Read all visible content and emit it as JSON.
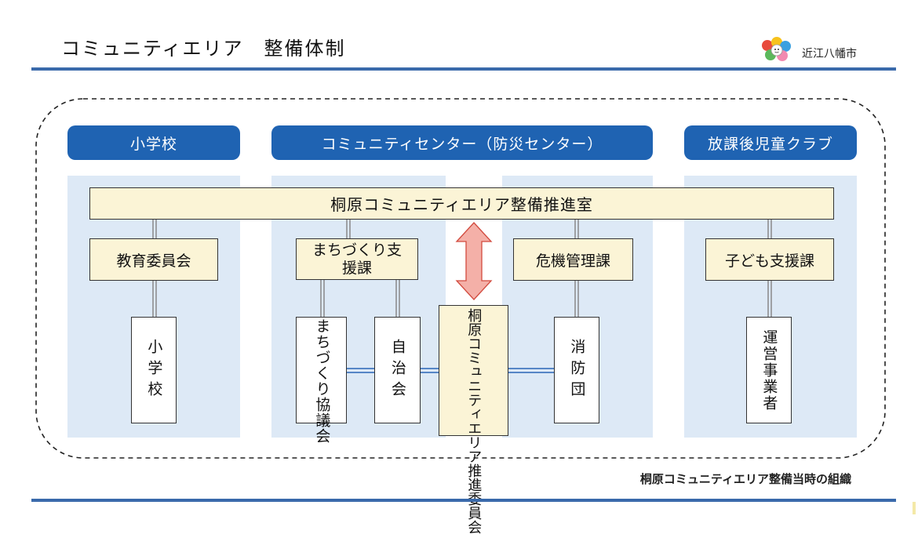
{
  "header": {
    "title": "コミュニティエリア　整備体制",
    "city_name": "近江八幡市"
  },
  "footer": {
    "note": "桐原コミュニティエリア整備当時の組織"
  },
  "columns": {
    "school": "小学校",
    "center": "コミュニティセンター（防災センター）",
    "club": "放課後児童クラブ"
  },
  "promotion_office": "桐原コミュニティエリア整備推進室",
  "departments": {
    "education_board": "教育委員会",
    "machizukuri_support": "まちづくり支援課",
    "crisis_management": "危機管理課",
    "child_support": "子ども支援課"
  },
  "organizations": {
    "elementary_school": "小学校",
    "machizukuri_council": "まちづくり協議会",
    "neighborhood_assoc": "自治会",
    "area_committee": "桐原コミュニティエリア推進委員会",
    "fire_brigade": "消防団",
    "club_operator": "運営事業者"
  },
  "colors": {
    "header_blue": "#1f63b2",
    "column_bg": "#dde9f6",
    "box_yellow": "#fbf4d6",
    "arrow_pink": "#f4b0a8"
  }
}
